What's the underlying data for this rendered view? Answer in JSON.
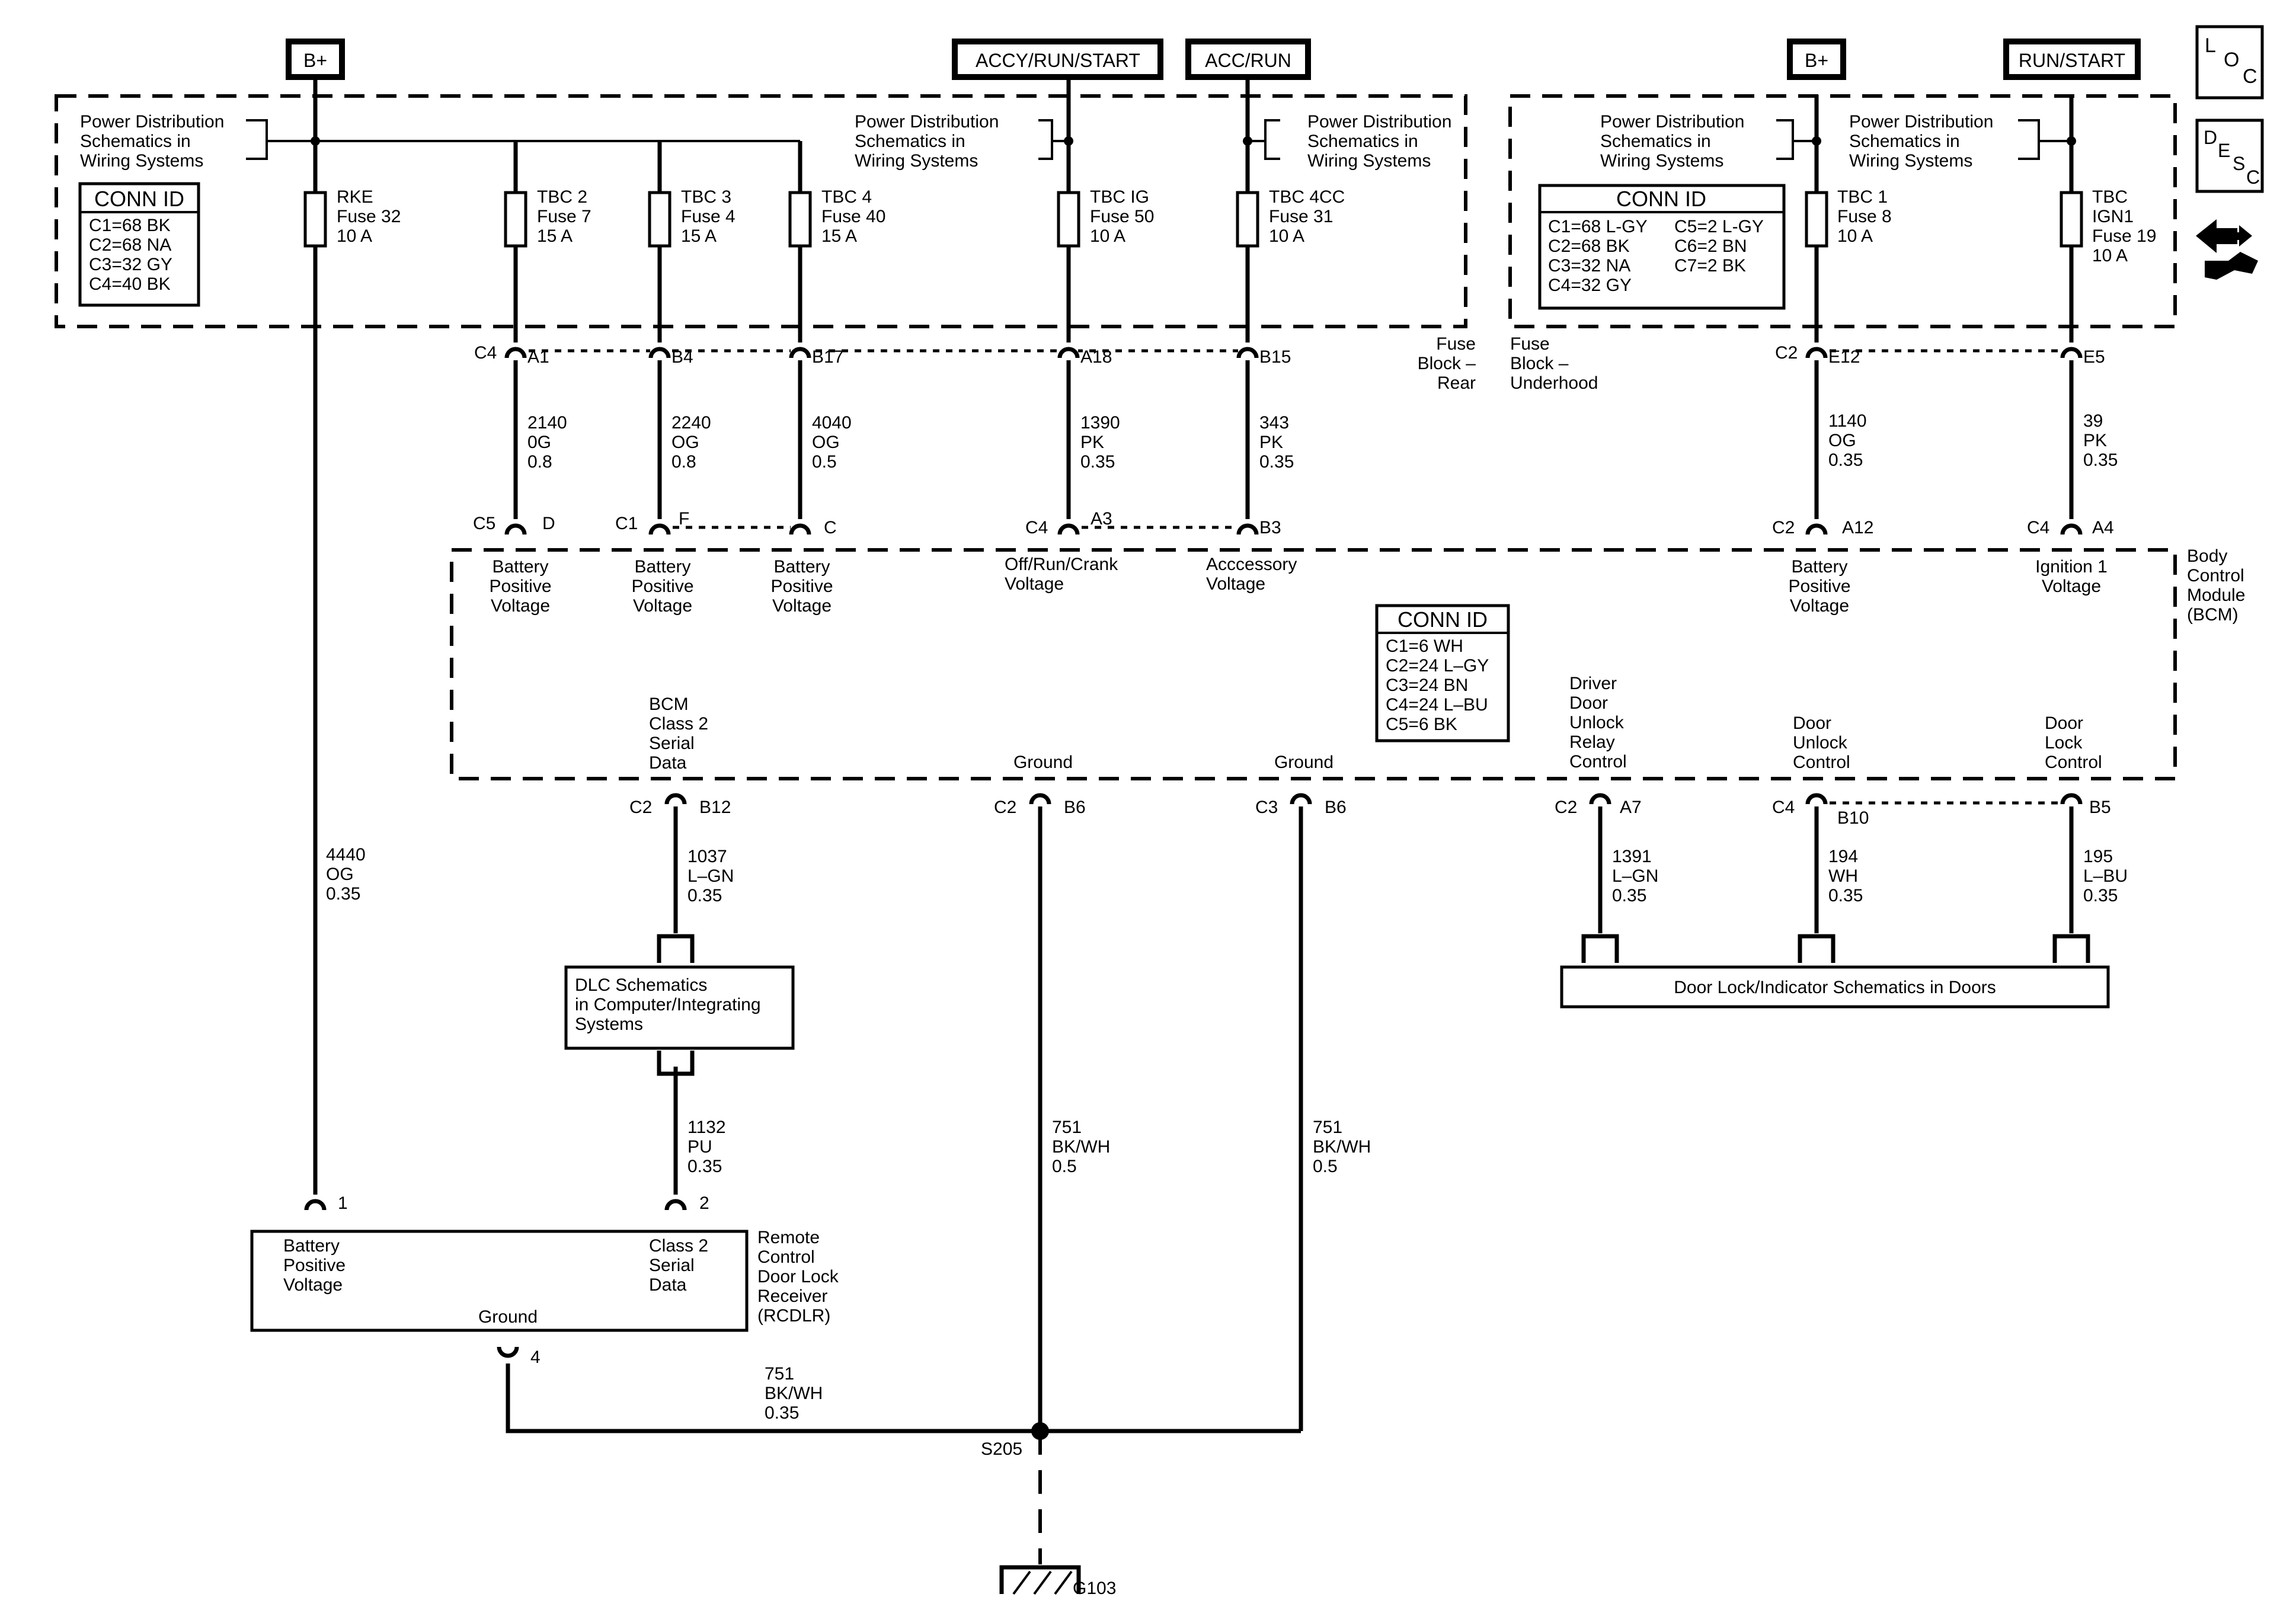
{
  "power_tags": {
    "b_plus_left": "B+",
    "accy_run_start": "ACCY/RUN/START",
    "acc_run": "ACC/RUN",
    "b_plus_right": "B+",
    "run_start": "RUN/START"
  },
  "pds_note": "Power Distribution\nSchematics in\nWiring  Systems",
  "fuse_block_rear": {
    "conn_id_title": "CONN ID",
    "conn_ids": [
      "C1=68 BK",
      "C2=68 NA",
      "C3=32 GY",
      "C4=40 BK"
    ],
    "label": "Fuse\nBlock –\nRear",
    "fuses": [
      {
        "name": "RKE",
        "fuse": "Fuse 32",
        "rating": "10 A"
      },
      {
        "name": "TBC 2",
        "fuse": "Fuse 7",
        "rating": "15 A"
      },
      {
        "name": "TBC 3",
        "fuse": "Fuse 4",
        "rating": "15 A"
      },
      {
        "name": "TBC 4",
        "fuse": "Fuse 40",
        "rating": "15 A"
      },
      {
        "name": "TBC IG",
        "fuse": "Fuse 50",
        "rating": "10 A"
      },
      {
        "name": "TBC 4CC",
        "fuse": "Fuse 31",
        "rating": "10 A"
      }
    ],
    "connector": "C4",
    "pins": [
      "A1",
      "B4",
      "B17",
      "A18",
      "B15"
    ]
  },
  "fuse_block_underhood": {
    "conn_id_title": "CONN ID",
    "conn_ids_left": [
      "C1=68 L-GY",
      "C2=68 BK",
      "C3=32 NA",
      "C4=32 GY"
    ],
    "conn_ids_right": [
      "C5=2 L-GY",
      "C6=2 BN",
      "C7=2 BK"
    ],
    "label": "Fuse\nBlock –\nUnderhood",
    "fuses": [
      {
        "name": "TBC 1",
        "fuse": "Fuse 8",
        "rating": "10 A"
      },
      {
        "name": "TBC\nIGN1",
        "fuse": "Fuse 19",
        "rating": "10 A"
      }
    ],
    "connector": "C2",
    "pins": [
      "E12",
      "E5"
    ]
  },
  "wires": {
    "w2140": "2140\n0G\n0.8",
    "w2240": "2240\nOG\n0.8",
    "w4040": "4040\nOG\n0.5",
    "w1390": "1390\nPK\n0.35",
    "w343": "343\nPK\n0.35",
    "w1140": "1140\nOG\n0.35",
    "w39": "39\nPK\n0.35",
    "w4440": "4440\nOG\n0.35",
    "w1037": "1037\nL–GN\n0.35",
    "w1132": "1132\nPU\n0.35",
    "w751a": "751\nBK/WH\n0.5",
    "w751b": "751\nBK/WH\n0.5",
    "w751c": "751\nBK/WH\n0.35",
    "w1391": "1391\nL–GN\n0.35",
    "w194": "194\nWH\n0.35",
    "w195": "195\nL–BU\n0.35"
  },
  "bcm": {
    "label": "Body\nControl\nModule\n(BCM)",
    "conn_id_title": "CONN ID",
    "conn_ids": [
      "C1=6 WH",
      "C2=24 L–GY",
      "C3=24 BN",
      "C4=24 L–BU",
      "C5=6 BK"
    ],
    "top_pins": {
      "c5": "C5",
      "d": "D",
      "c1": "C1",
      "f": "F",
      "c": "C",
      "c4": "C4",
      "a3": "A3",
      "b3": "B3",
      "c2r": "C2",
      "a12": "A12",
      "c4r": "C4",
      "a4": "A4"
    },
    "inputs": {
      "batt1": "Battery\nPositive\nVoltage",
      "batt2": "Battery\nPositive\nVoltage",
      "batt3": "Battery\nPositive\nVoltage",
      "off_run": "Off/Run/Crank\nVoltage",
      "accessory": "Acccessory\nVoltage",
      "batt4": "Battery\nPositive\nVoltage",
      "ign1": "Ignition 1\nVoltage"
    },
    "outputs": {
      "class2": "BCM\nClass 2\nSerial\nData",
      "ground1": "Ground",
      "ground2": "Ground",
      "driver_unlock": "Driver\nDoor\nUnlock\nRelay\nControl",
      "door_unlock": "Door\nUnlock\nControl",
      "door_lock": "Door\nLock\nControl"
    },
    "bottom_pins": {
      "c2a": "C2",
      "b12": "B12",
      "c2b": "C2",
      "b6a": "B6",
      "c3": "C3",
      "b6b": "B6",
      "c2c": "C2",
      "a7": "A7",
      "c4": "C4",
      "b10": "B10",
      "b5": "B5"
    }
  },
  "dlc_box": "DLC Schematics\nin Computer/Integrating\nSystems",
  "door_lock_box": "Door Lock/Indicator Schematics in Doors",
  "rcdlr": {
    "label": "Remote\nControl\nDoor Lock\nReceiver\n(RCDLR)",
    "batt": "Battery\nPositive\nVoltage",
    "class2": "Class 2\nSerial\nData",
    "ground": "Ground",
    "pin1": "1",
    "pin2": "2",
    "pin4": "4"
  },
  "splice": "S205",
  "ground_point": "G103",
  "side_icons": {
    "loc": [
      "L",
      "O",
      "C"
    ],
    "desc": [
      "D",
      "E",
      "S",
      "C"
    ]
  }
}
